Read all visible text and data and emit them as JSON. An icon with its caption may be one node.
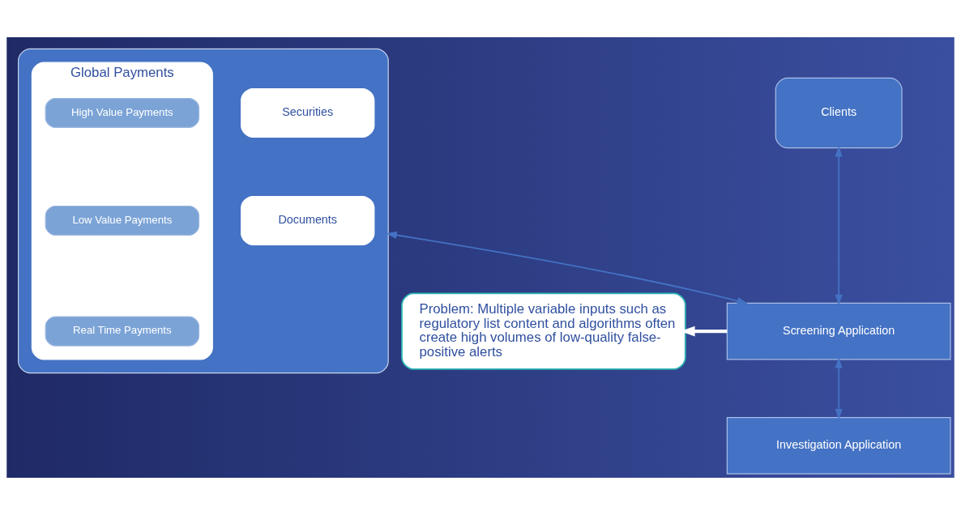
{
  "diagram": {
    "nodes": [
      {
        "text": [],
        "shape": "box"
      },
      {
        "text": [
          "Global Payments"
        ],
        "in": 0
      },
      {
        "text": [
          "High Value Payments"
        ],
        "in": 1
      },
      {
        "text": [
          "Low Value Payments"
        ],
        "in": 1
      },
      {
        "text": [
          "Real Time Payments"
        ],
        "in": 1
      },
      {
        "text": [
          "Securities"
        ],
        "in": 0
      },
      {
        "text": [
          "Documents"
        ],
        "in": 0
      },
      {
        "text": [
          "Clients"
        ]
      },
      {
        "text": [
          "Screening Application"
        ]
      },
      {
        "text": [
          "Investigation Application"
        ]
      },
      {
        "text": [
          "Problem: Multiple variable inputs such as regulatory list content and algorithms often create high volumes of low-quality false-positive alerts"
        ]
      }
    ],
    "edges": [
      {
        "from": 0,
        "to": 8,
        "arrow": "both"
      },
      {
        "from": 7,
        "to": 8,
        "arrow": "both"
      },
      {
        "from": 8,
        "to": 9,
        "arrow": "both"
      },
      {
        "from": 8,
        "to": 10,
        "arrow": "to",
        "style": "thick",
        "color": "#ffffff"
      }
    ]
  }
}
